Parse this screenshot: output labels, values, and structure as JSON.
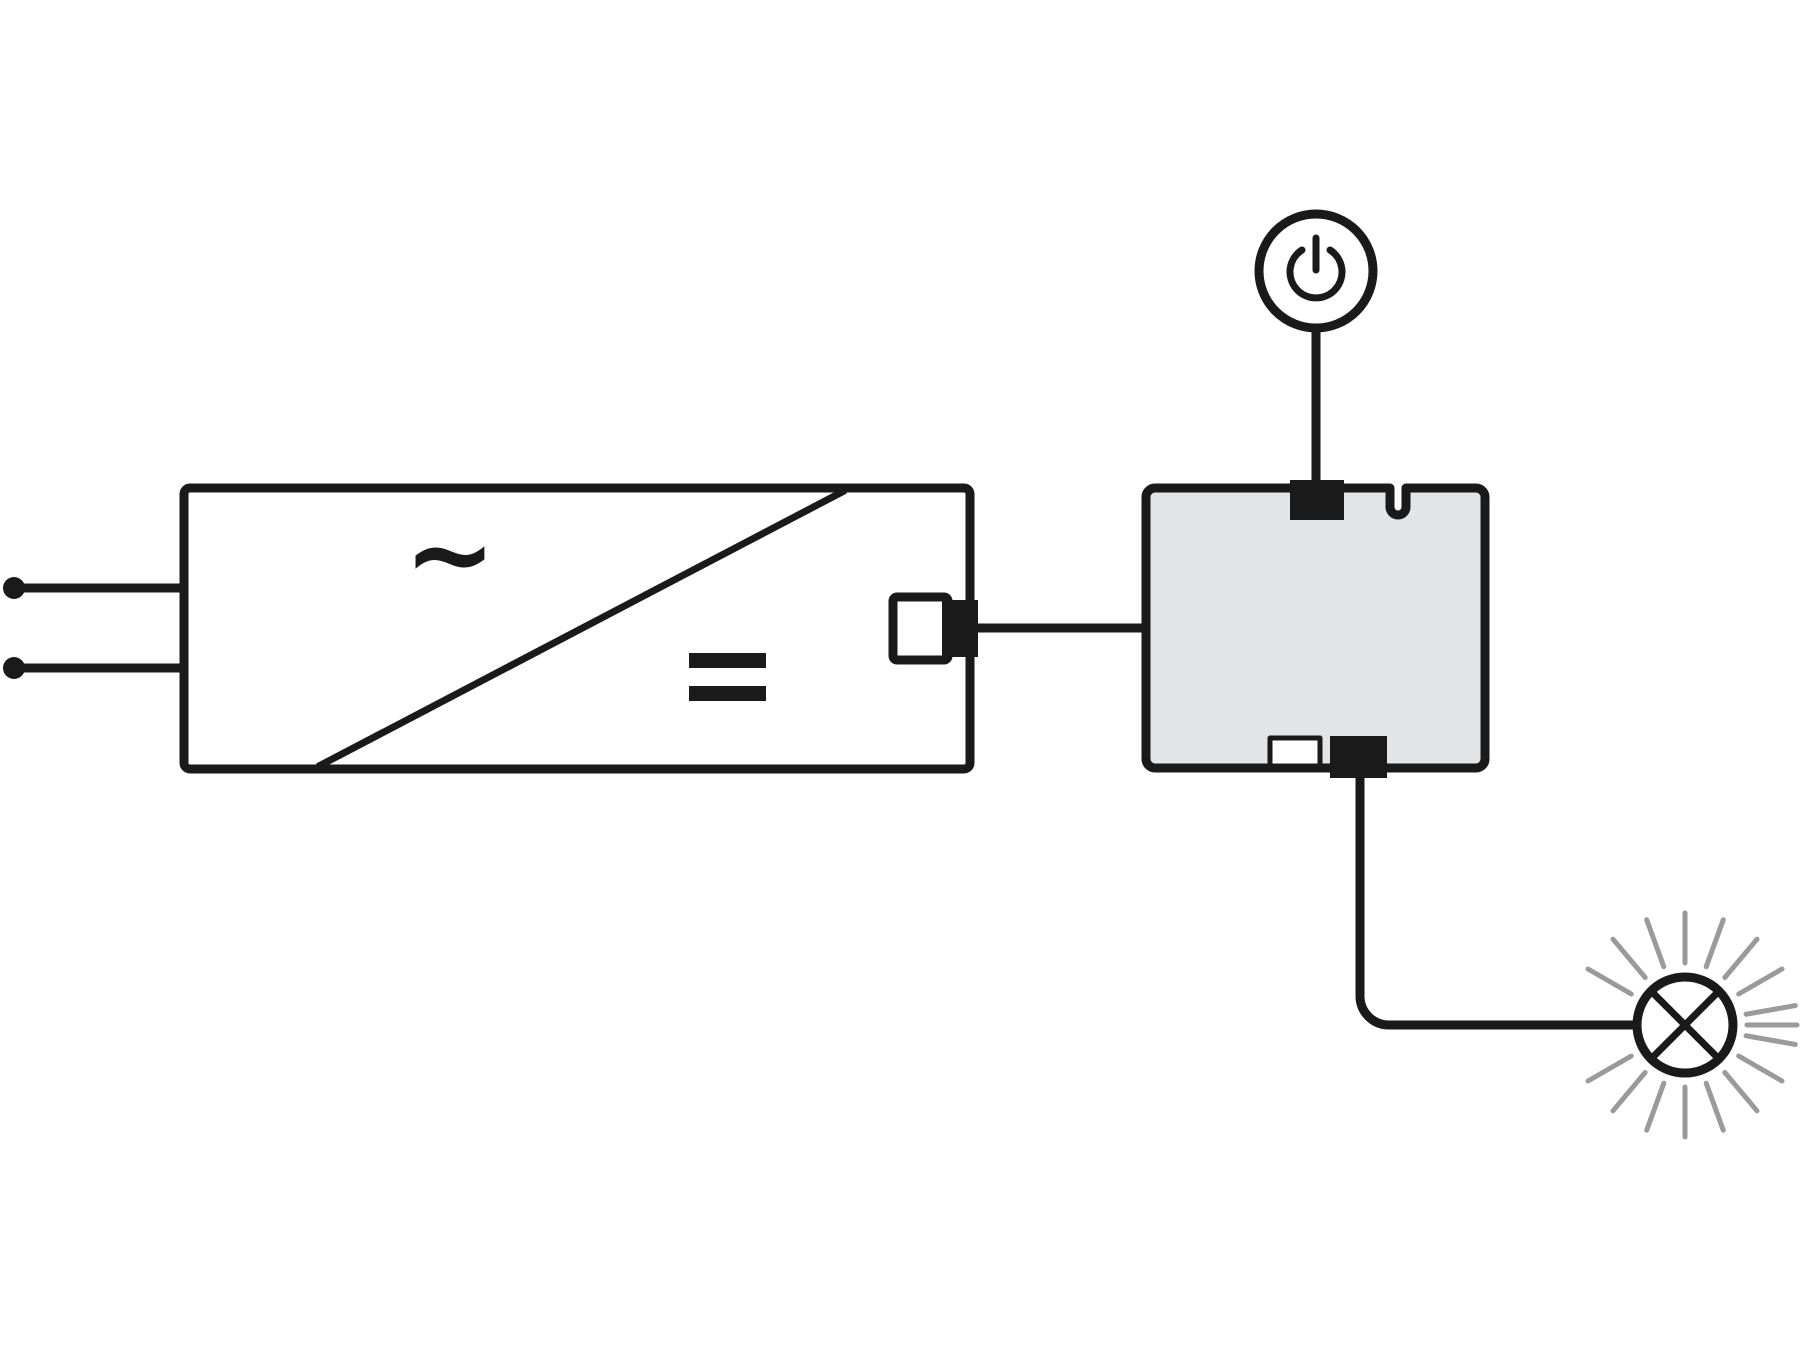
{
  "diagram": {
    "type": "wiring-schematic",
    "components": [
      "mains-input",
      "ac-dc-converter",
      "control-unit",
      "power-switch",
      "lamp"
    ],
    "symbols": {
      "ac": "~",
      "dc": "="
    },
    "colors": {
      "line": "#1a1a1a",
      "control_fill": "#e3e4e5",
      "rays": "#9a9a9a",
      "background": "#ffffff"
    }
  }
}
